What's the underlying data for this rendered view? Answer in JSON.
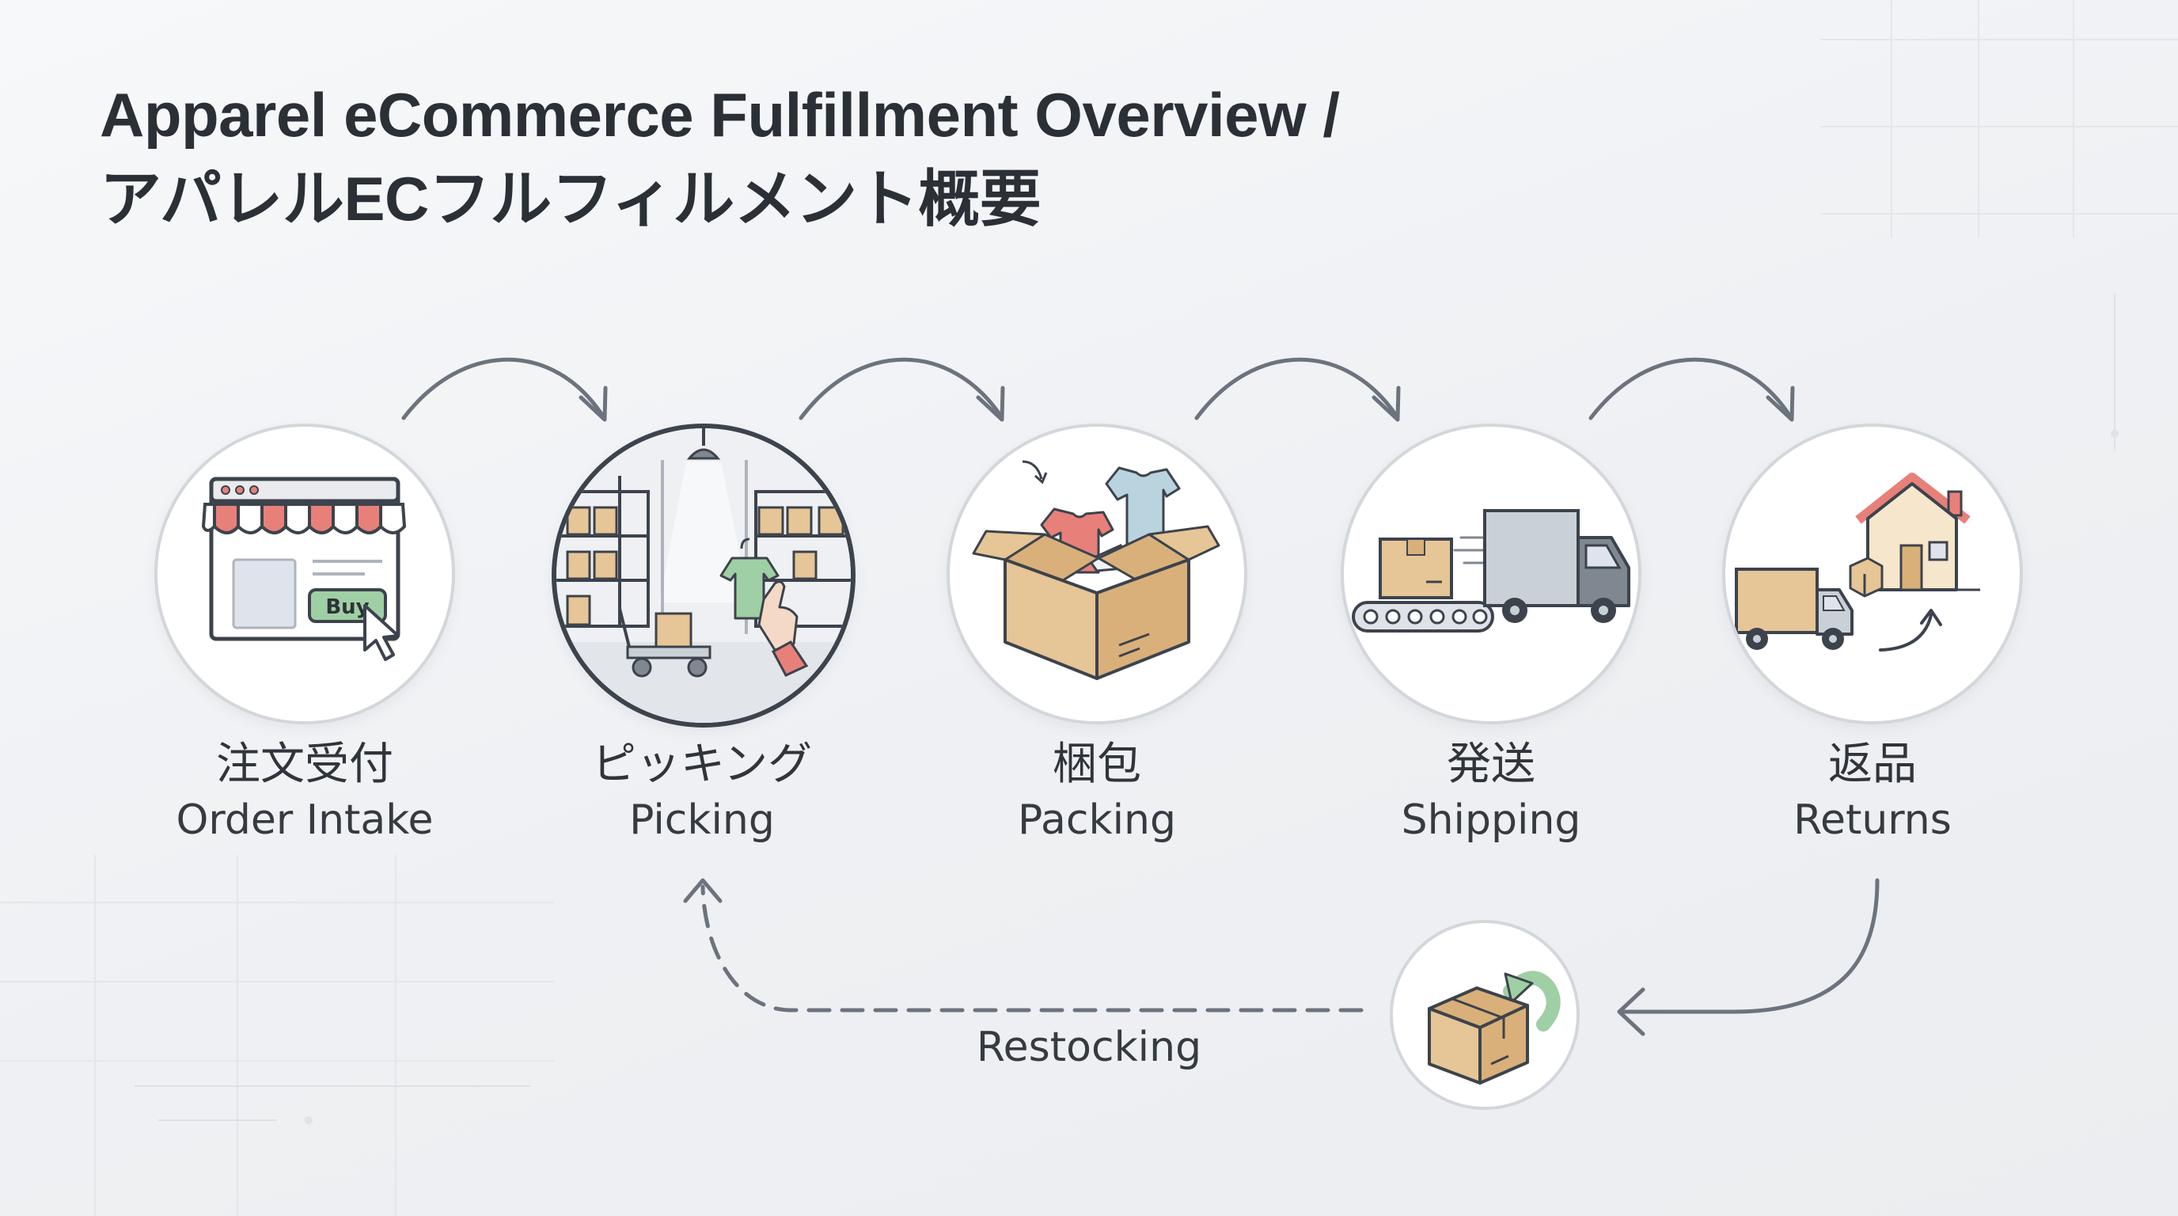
{
  "title": {
    "line1": "Apparel eCommerce Fulfillment Overview /",
    "line2": "アパレルECフルフィルメント概要"
  },
  "stages": [
    {
      "label_ja": "注文受付",
      "label_en": "Order Intake",
      "icon": "storefront-browser-icon",
      "button": "Buy"
    },
    {
      "label_ja": "ピッキング",
      "label_en": "Picking",
      "icon": "warehouse-shelves-icon"
    },
    {
      "label_ja": "梱包",
      "label_en": "Packing",
      "icon": "open-box-clothes-icon"
    },
    {
      "label_ja": "発送",
      "label_en": "Shipping",
      "icon": "delivery-truck-icon"
    },
    {
      "label_ja": "返品",
      "label_en": "Returns",
      "icon": "return-truck-house-icon"
    }
  ],
  "restock": {
    "label": "Restocking",
    "icon": "box-return-arrow-icon"
  },
  "colors": {
    "accent_red": "#e8807a",
    "accent_green": "#9fcfa4",
    "box_tan": "#e6c596",
    "truck_gray": "#b8c1c8",
    "arrow_gray": "#6c737d",
    "outline_dark": "#3d434c"
  }
}
